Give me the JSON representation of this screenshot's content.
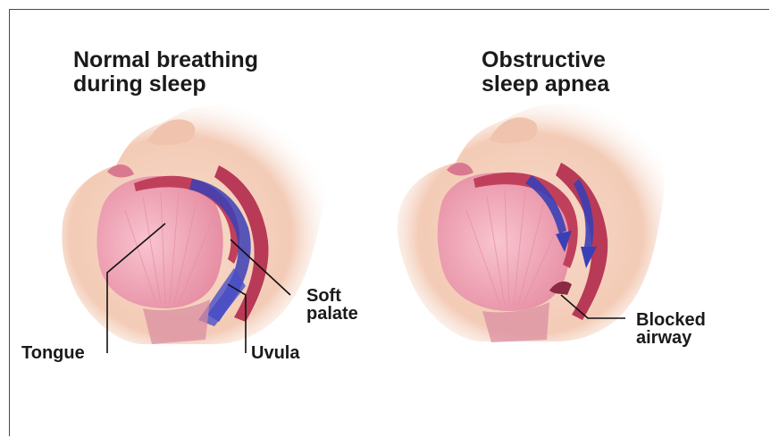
{
  "left_panel": {
    "title": "Normal breathing\nduring sleep",
    "labels": {
      "soft_palate": "Soft\npalate",
      "tongue": "Tongue",
      "uvula": "Uvula"
    }
  },
  "right_panel": {
    "title": "Obstructive\nsleep apnea",
    "labels": {
      "blocked_airway": "Blocked\nairway"
    }
  },
  "colors": {
    "skin": "#f5d6c4",
    "tongue": "#f1a7b8",
    "palate": "#c0405c",
    "airflow": "#3b3fb5",
    "line": "#111111"
  }
}
